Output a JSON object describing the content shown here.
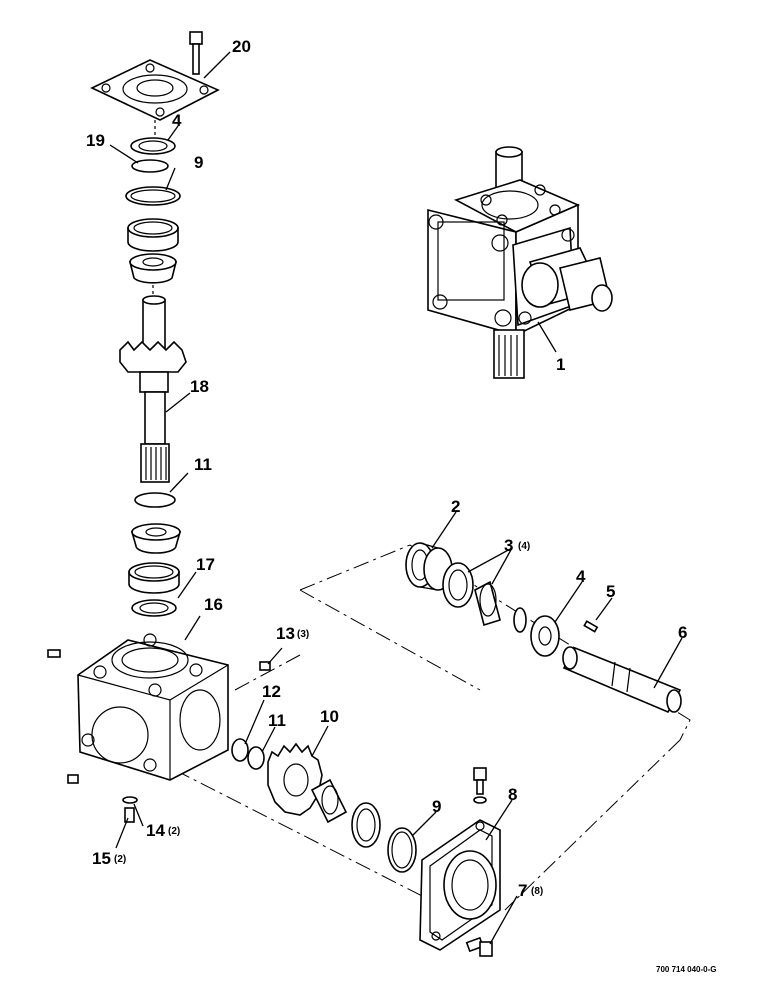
{
  "callouts": [
    {
      "num": "1",
      "qty": ""
    },
    {
      "num": "2",
      "qty": ""
    },
    {
      "num": "3",
      "qty": "(4)"
    },
    {
      "num": "4",
      "qty": ""
    },
    {
      "num": "4",
      "qty": ""
    },
    {
      "num": "5",
      "qty": ""
    },
    {
      "num": "6",
      "qty": ""
    },
    {
      "num": "7",
      "qty": "(8)"
    },
    {
      "num": "8",
      "qty": ""
    },
    {
      "num": "9",
      "qty": ""
    },
    {
      "num": "9",
      "qty": ""
    },
    {
      "num": "10",
      "qty": ""
    },
    {
      "num": "11",
      "qty": ""
    },
    {
      "num": "11",
      "qty": ""
    },
    {
      "num": "12",
      "qty": ""
    },
    {
      "num": "13",
      "qty": "(3)"
    },
    {
      "num": "14",
      "qty": "(2)"
    },
    {
      "num": "15",
      "qty": "(2)"
    },
    {
      "num": "16",
      "qty": ""
    },
    {
      "num": "17",
      "qty": ""
    },
    {
      "num": "18",
      "qty": ""
    },
    {
      "num": "19",
      "qty": ""
    },
    {
      "num": "20",
      "qty": ""
    }
  ],
  "figure_code": "700 714 040-0-G"
}
